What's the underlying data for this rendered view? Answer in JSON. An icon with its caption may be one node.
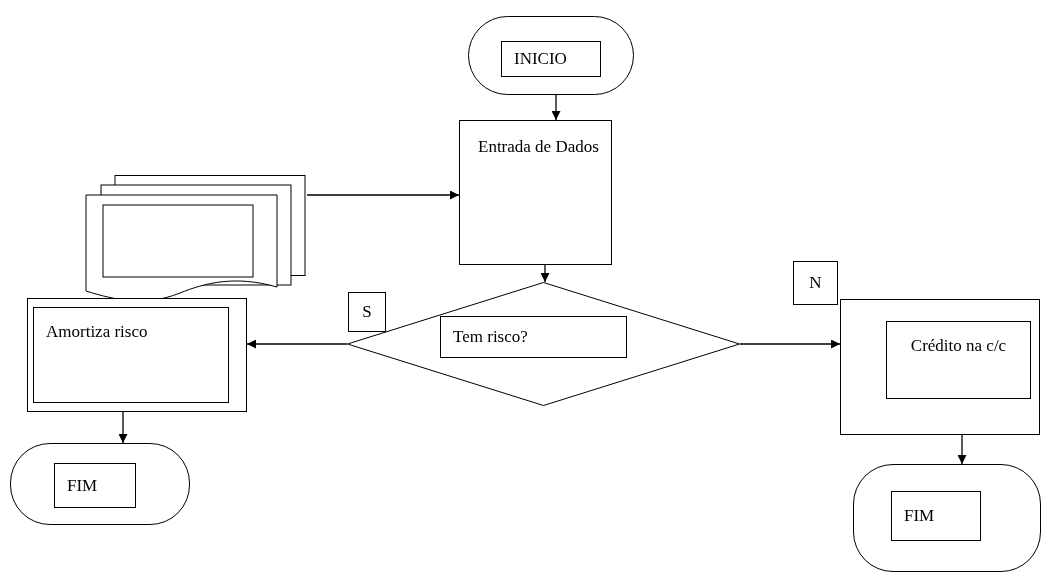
{
  "diagram": {
    "nodes": [
      {
        "text": [
          "INICIO"
        ]
      },
      {
        "text": [
          "Entrada de Dados"
        ]
      },
      {
        "text": [],
        "shape": "document"
      },
      {
        "text": [
          "Tem risco?"
        ]
      },
      {
        "text": [
          "Amortiza risco"
        ]
      },
      {
        "text": [
          "Crédito na c/c"
        ]
      },
      {
        "text": [
          "FIM"
        ]
      },
      {
        "text": [
          "FIM"
        ]
      }
    ],
    "edges": [
      {
        "from": 0,
        "to": 1,
        "arrow": "to"
      },
      {
        "from": 2,
        "to": 1,
        "arrow": "to"
      },
      {
        "from": 1,
        "to": 3,
        "arrow": "to"
      },
      {
        "from": 3,
        "to": 4,
        "arrow": "to",
        "label": "S"
      },
      {
        "from": 3,
        "to": 5,
        "arrow": "to",
        "label": "N"
      },
      {
        "from": 4,
        "to": 6,
        "arrow": "to"
      },
      {
        "from": 5,
        "to": 7,
        "arrow": "to"
      }
    ]
  }
}
